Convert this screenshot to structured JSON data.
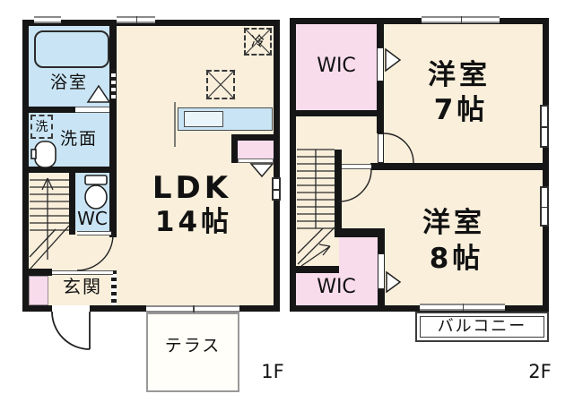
{
  "title": "2-story floor plan",
  "colors": {
    "room_fill": "#f9efdb",
    "wet_fill": "#c9e4f4",
    "closet_fill": "#f8dcec",
    "wall": "#161616",
    "window_gray": "#8a8a8a",
    "outline_gray": "#999999"
  },
  "floor1": {
    "floor_label": "1F",
    "bath": "浴室",
    "laundry": "洗",
    "washroom": "洗面",
    "wc": "WC",
    "entrance": "玄関",
    "ldk_name": "LDK",
    "ldk_size": "14帖",
    "fridge": "冷",
    "terrace": "テラス"
  },
  "floor2": {
    "floor_label": "2F",
    "wic_upper": "WIC",
    "room7_name": "洋室",
    "room7_size": "7帖",
    "room8_name": "洋室",
    "room8_size": "8帖",
    "wic_lower": "WIC",
    "balcony": "バルコニー"
  }
}
